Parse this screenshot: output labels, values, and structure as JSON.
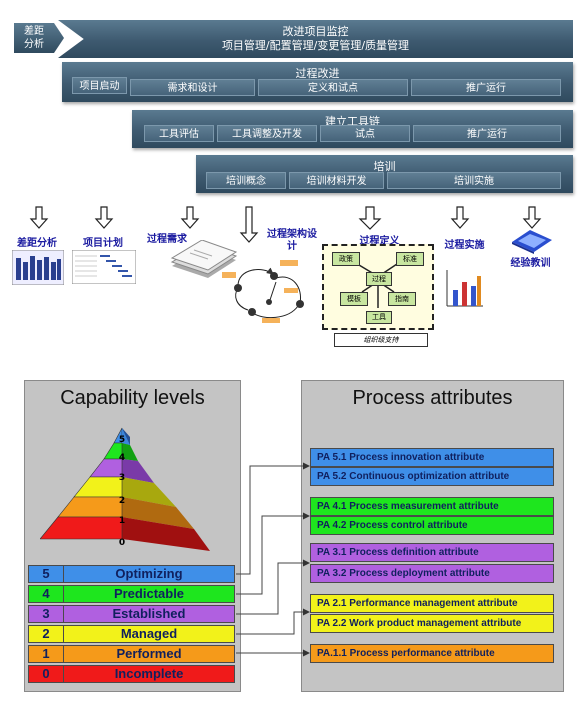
{
  "gap_tag": {
    "line1": "差距",
    "line2": "分析"
  },
  "top_band": {
    "title": "改进项目监控",
    "subtitle": "项目管理/配置管理/变更管理/质量管理"
  },
  "band_process": {
    "title": "过程改进",
    "items": [
      "项目启动",
      "需求和设计",
      "定义和试点",
      "推广运行"
    ]
  },
  "band_tools": {
    "title": "建立工具链",
    "items": [
      "工具评估",
      "工具调整及开发",
      "试点",
      "推广运行"
    ]
  },
  "band_training": {
    "title": "培训",
    "items": [
      "培训概念",
      "培训材料开发",
      "培训实施"
    ]
  },
  "phases": [
    "差距分析",
    "项目计划",
    "过程需求",
    "过程架构设计",
    "过程定义",
    "过程实施",
    "经验教训"
  ],
  "process_def_boxes": [
    "政策",
    "标准",
    "过程",
    "模板",
    "指南",
    "工具"
  ],
  "process_def_footer": "组织级支持",
  "capability": {
    "title": "Capability levels",
    "pyramid_numbers": [
      "5",
      "4",
      "3",
      "2",
      "1",
      "0"
    ],
    "levels": [
      {
        "num": "5",
        "name": "Optimizing"
      },
      {
        "num": "4",
        "name": "Predictable"
      },
      {
        "num": "3",
        "name": "Established"
      },
      {
        "num": "2",
        "name": "Managed"
      },
      {
        "num": "1",
        "name": "Performed"
      },
      {
        "num": "0",
        "name": "Incomplete"
      }
    ]
  },
  "attributes": {
    "title": "Process attributes",
    "items": [
      "PA 5.1 Process innovation attribute",
      "PA 5.2 Continuous optimization attribute",
      "PA 4.1 Process measurement attribute",
      "PA 4.2 Process control attribute",
      "PA 3.1 Process definition attribute",
      "PA 3.2 Process deployment attribute",
      "PA 2.1 Performance management attribute",
      "PA 2.2 Work product management attribute",
      "PA.1.1 Process performance attribute"
    ]
  },
  "colors": {
    "level5": "#3f8fe8",
    "level4": "#1ee61e",
    "level3": "#b060e0",
    "level2": "#f2f21a",
    "level1": "#f59a1a",
    "level0": "#f01a1a",
    "band": "#3e5a70"
  }
}
